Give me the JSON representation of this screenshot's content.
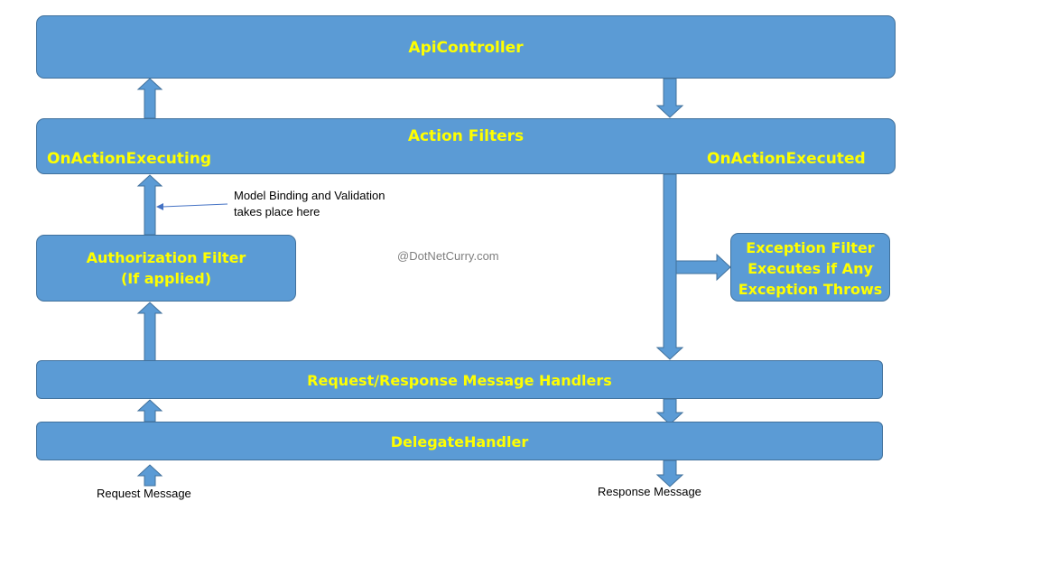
{
  "colors": {
    "box_fill": "#5b9bd5",
    "box_border": "#41719c",
    "label_text": "#ffff00",
    "note_text": "#000000",
    "watermark_text": "#7f7f7f"
  },
  "boxes": {
    "api_controller": {
      "label": "ApiController"
    },
    "action_filters": {
      "title": "Action Filters",
      "left_label": "OnActionExecuting",
      "right_label": "OnActionExecuted"
    },
    "authorization_filter": {
      "line1": "Authorization Filter",
      "line2": "(If applied)"
    },
    "exception_filter": {
      "line1": "Exception Filter",
      "line2": "Executes if Any",
      "line3": "Exception Throws"
    },
    "message_handlers": {
      "label": "Request/Response Message Handlers"
    },
    "delegate_handler": {
      "label": "DelegateHandler"
    }
  },
  "annotations": {
    "model_binding_line1": "Model Binding and Validation",
    "model_binding_line2": "takes place here",
    "request_message": "Request Message",
    "response_message": "Response Message",
    "watermark": "@DotNetCurry.com"
  }
}
